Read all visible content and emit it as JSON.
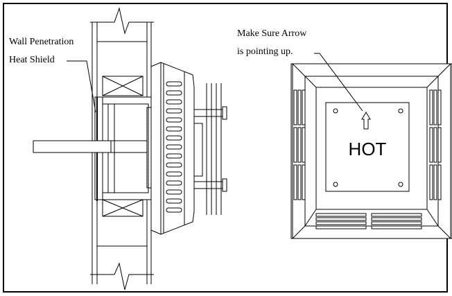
{
  "labels": {
    "heat_shield_line1": "Wall Penetration",
    "heat_shield_line2": "Heat Shield",
    "arrow_note_line1": "Make Sure Arrow",
    "arrow_note_line2": "is pointing up.",
    "hot": "HOT"
  },
  "colors": {
    "line": "#000000",
    "dashed_accent": "#33cc33",
    "background": "#ffffff"
  }
}
